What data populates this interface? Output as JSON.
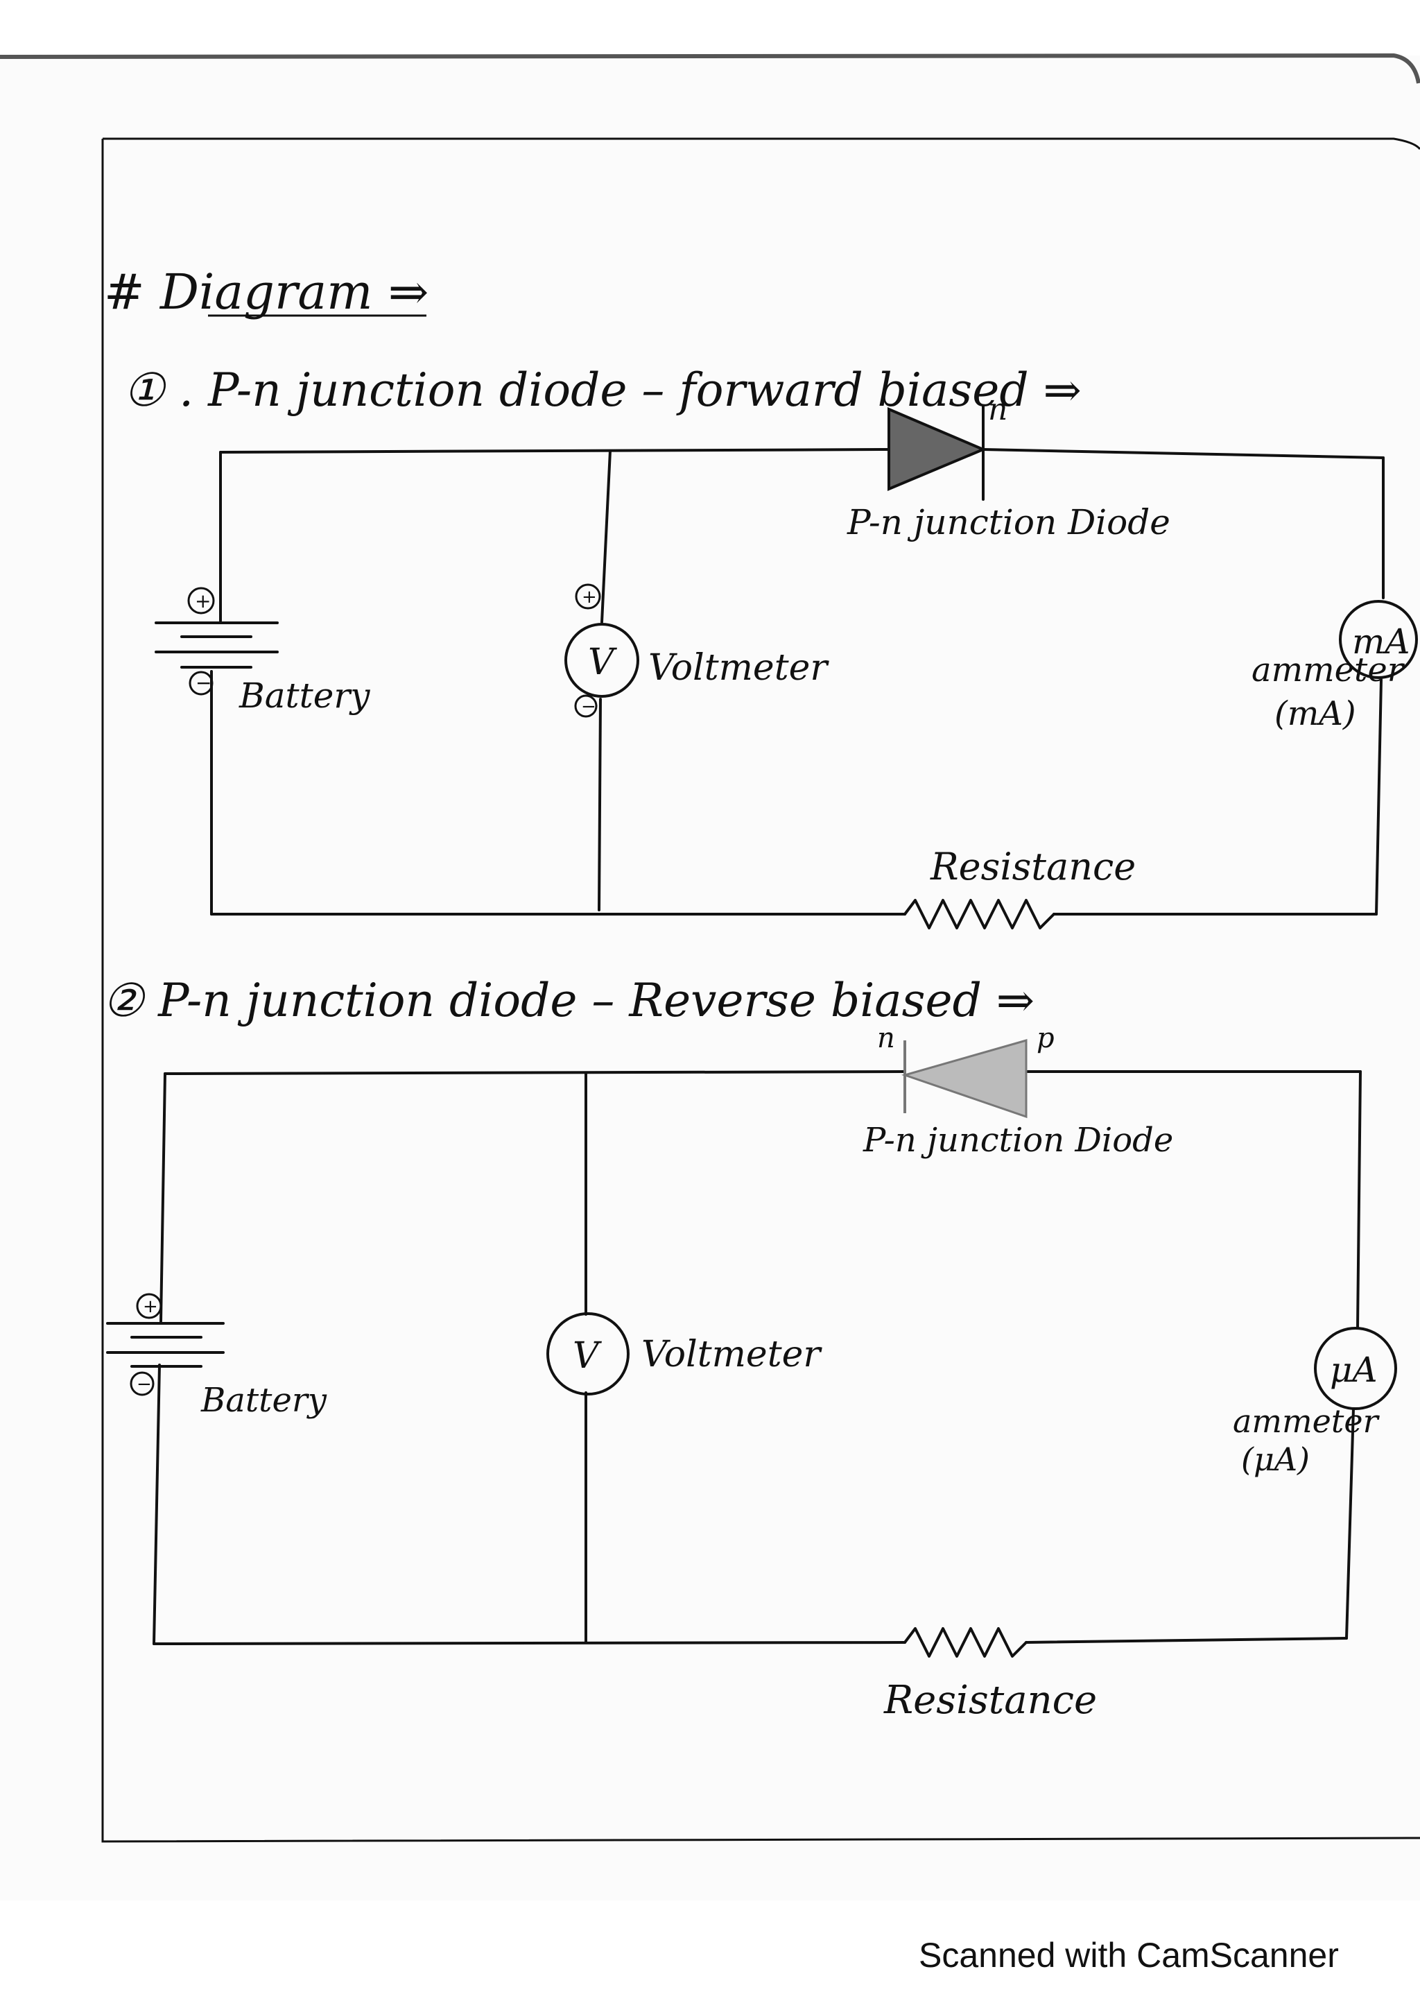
{
  "heading": "# Diagram ⇒",
  "section1": {
    "title": "① . P-n junction diode – forward biased ⇒",
    "diode_label": "P-n junction Diode",
    "diode_side_n": "n",
    "battery_label": "Battery",
    "battery_plus": "+",
    "battery_minus": "−",
    "voltmeter_symbol": "V",
    "voltmeter_label": "Voltmeter",
    "voltmeter_plus": "+",
    "voltmeter_minus": "−",
    "ammeter_symbol": "mA",
    "ammeter_label": "ammeter",
    "ammeter_unit": "(mA)",
    "resistance_label": "Resistance"
  },
  "section2": {
    "title": "② P-n junction diode – Reverse biased ⇒",
    "diode_label": "P-n junction Diode",
    "diode_side_n": "n",
    "diode_side_p": "p",
    "battery_label": "Battery",
    "battery_plus": "+",
    "battery_minus": "−",
    "voltmeter_symbol": "V",
    "voltmeter_label": "Voltmeter",
    "ammeter_symbol": "μA",
    "ammeter_label": "ammeter",
    "ammeter_unit": "(μA)",
    "resistance_label": "Resistance"
  },
  "footer": "Scanned with CamScanner"
}
